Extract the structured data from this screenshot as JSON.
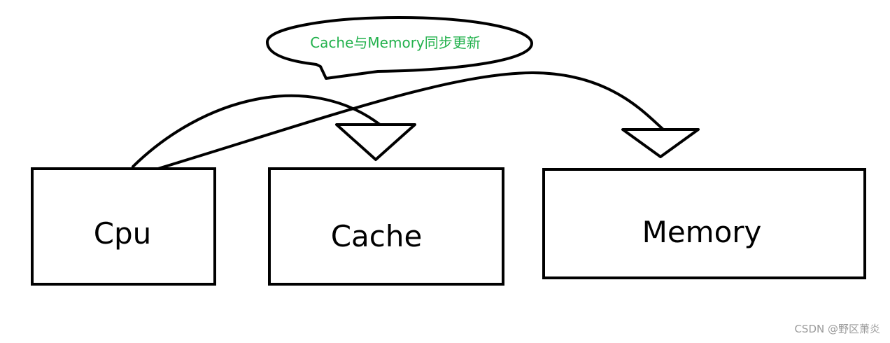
{
  "diagram": {
    "nodes": [
      {
        "id": "cpu",
        "label": "Cpu"
      },
      {
        "id": "cache",
        "label": "Cache"
      },
      {
        "id": "memory",
        "label": "Memory"
      }
    ],
    "callout": {
      "text": "Cache与Memory同步更新",
      "color": "#22b14c"
    },
    "edges": [
      {
        "from": "cpu",
        "to": "cache"
      },
      {
        "from": "cpu",
        "to": "memory"
      }
    ],
    "stroke_color": "#000000"
  },
  "watermark": "CSDN @野区萧炎"
}
